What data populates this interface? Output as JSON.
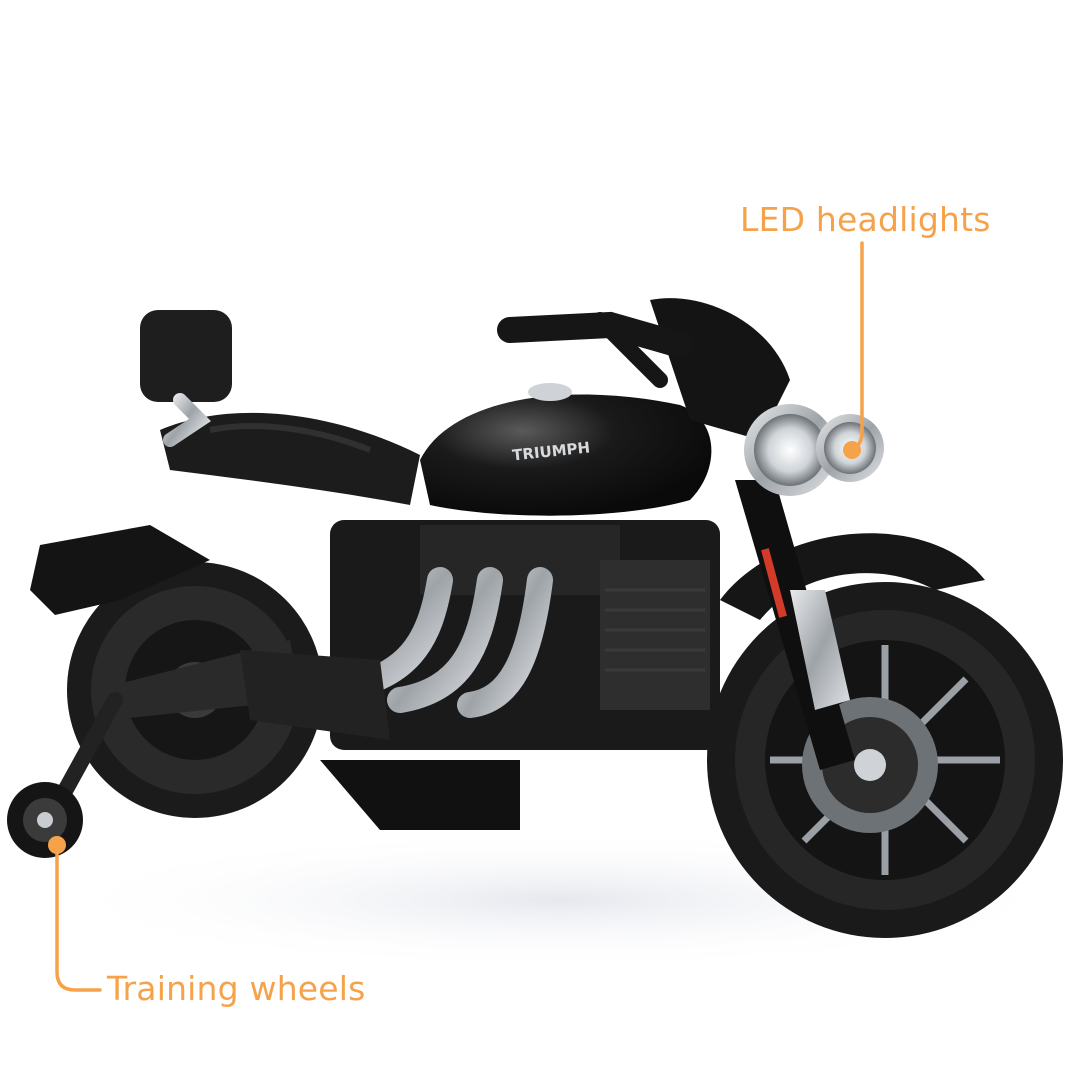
{
  "brand": {
    "tank_logo_text": "TRIUMPH"
  },
  "callouts": {
    "headlights": {
      "label": "LED headlights"
    },
    "training_wheels": {
      "label": "Training wheels"
    }
  },
  "colors": {
    "accent": "#F5A24B",
    "body_black": "#121212",
    "chrome": "#B9BEC3",
    "background": "#FFFFFF"
  }
}
